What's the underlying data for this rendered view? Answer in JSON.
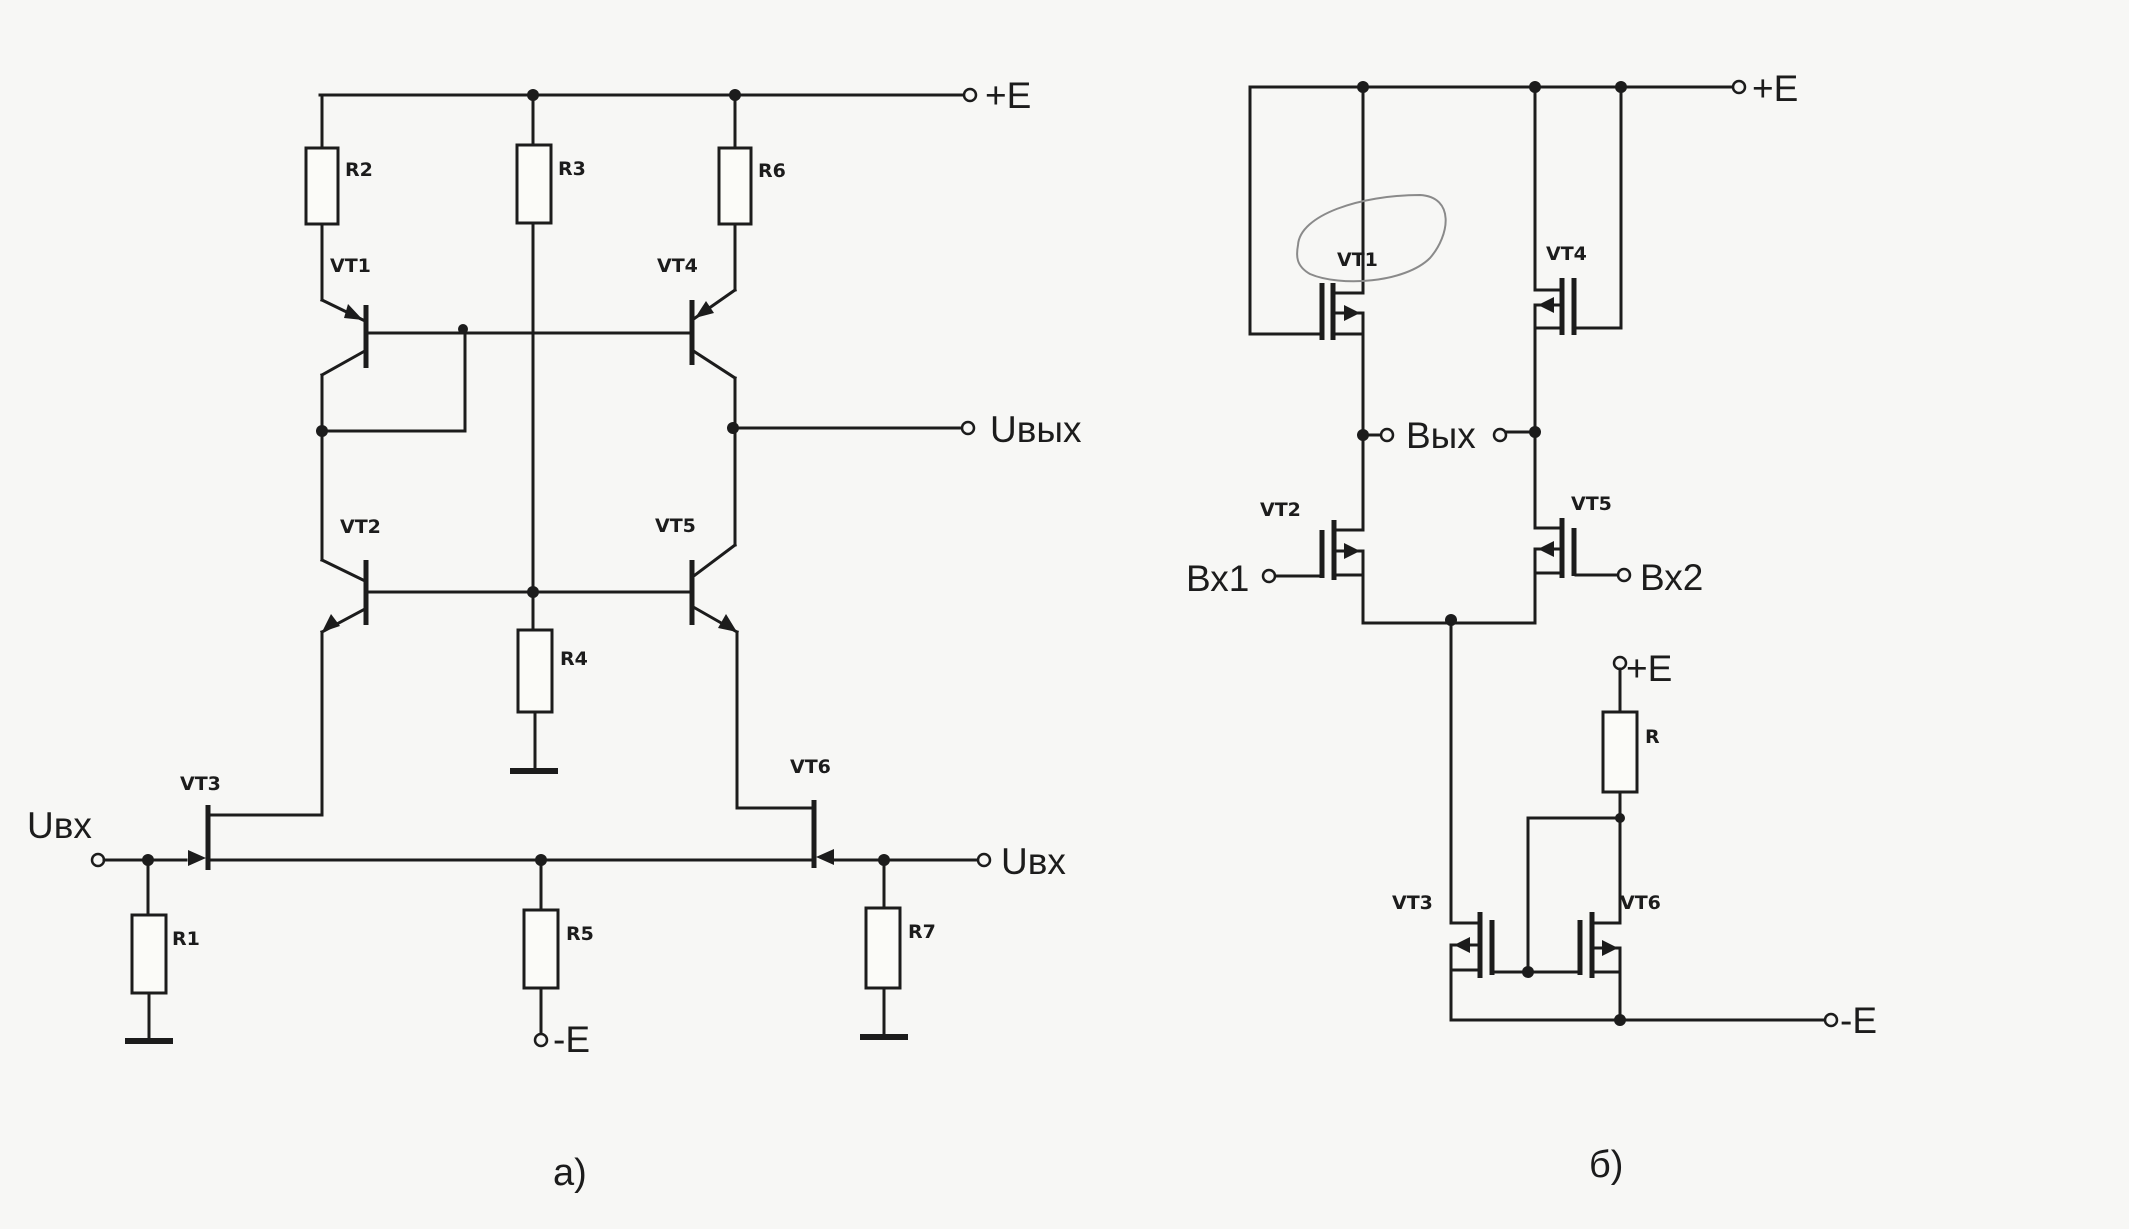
{
  "circuit_a": {
    "caption": "а)",
    "supply_pos": "+E",
    "supply_neg": "-E",
    "output": "Uвых",
    "input_left": "Uвх",
    "input_right": "Uвх",
    "resistors": {
      "r1": "R1",
      "r2": "R2",
      "r3": "R3",
      "r4": "R4",
      "r5": "R5",
      "r6": "R6",
      "r7": "R7"
    },
    "transistors": {
      "vt1": "VT1",
      "vt2": "VT2",
      "vt3": "VT3",
      "vt4": "VT4",
      "vt5": "VT5",
      "vt6": "VT6"
    }
  },
  "circuit_b": {
    "caption": "б)",
    "supply_pos_top": "+E",
    "supply_pos_bias": "+E",
    "supply_neg": "-E",
    "output": "Вых",
    "input_1": "Вх1",
    "input_2": "Вх2",
    "resistors": {
      "r": "R"
    },
    "transistors": {
      "vt1": "VT1",
      "vt2": "VT2",
      "vt3": "VT3",
      "vt4": "VT4",
      "vt5": "VT5",
      "vt6": "VT6"
    }
  }
}
